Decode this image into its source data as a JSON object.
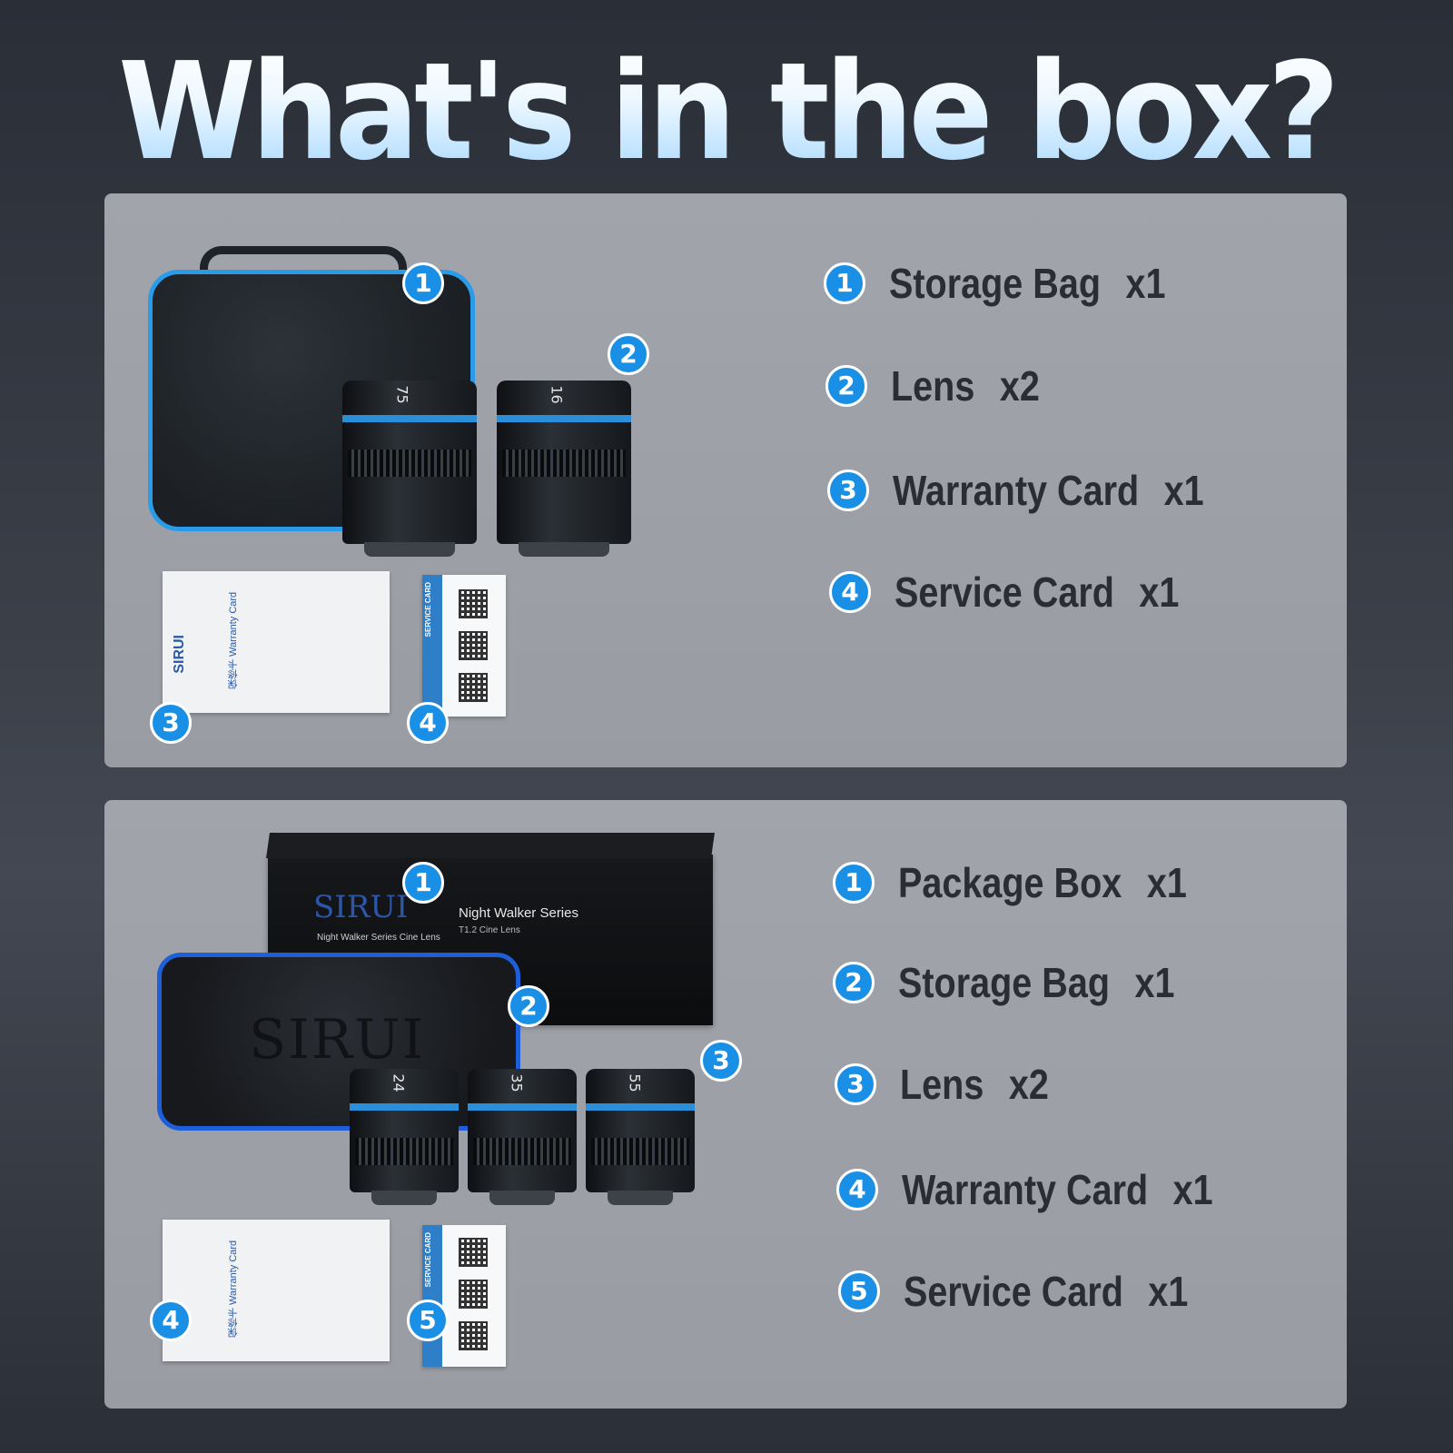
{
  "title": "What's in the box?",
  "panel1": {
    "items": [
      {
        "num": "1",
        "label": "Storage Bag",
        "qty": "x1"
      },
      {
        "num": "2",
        "label": "Lens",
        "qty": "x2"
      },
      {
        "num": "3",
        "label": "Warranty Card",
        "qty": "x1"
      },
      {
        "num": "4",
        "label": "Service Card",
        "qty": "x1"
      }
    ],
    "image": {
      "lens_a": "75",
      "lens_b": "16",
      "warranty_brand": "SIRUI",
      "warranty_text": "保修卡 Warranty Card",
      "service_text": "SERVICE CARD",
      "markers": [
        "1",
        "2",
        "3",
        "4"
      ]
    }
  },
  "panel2": {
    "items": [
      {
        "num": "1",
        "label": "Package Box",
        "qty": "x1"
      },
      {
        "num": "2",
        "label": "Storage Bag",
        "qty": "x1"
      },
      {
        "num": "3",
        "label": "Lens",
        "qty": "x2"
      },
      {
        "num": "4",
        "label": "Warranty Card",
        "qty": "x1"
      },
      {
        "num": "5",
        "label": "Service Card",
        "qty": "x1"
      }
    ],
    "image": {
      "box_brand": "SIRUI",
      "box_series": "Night Walker Series",
      "box_sub": "T1.2 Cine Lens",
      "box_sub2": "Night Walker Series Cine Lens",
      "bag_brand": "SIRUI",
      "lens_a": "24",
      "lens_b": "35",
      "lens_c": "55",
      "warranty_text": "保修卡 Warranty Card",
      "service_text": "SERVICE CARD",
      "markers": [
        "1",
        "2",
        "3",
        "4",
        "5"
      ]
    }
  },
  "colors": {
    "accent": "#1a8fe6",
    "panel": "#9da1a7",
    "text": "#2a2d33"
  }
}
